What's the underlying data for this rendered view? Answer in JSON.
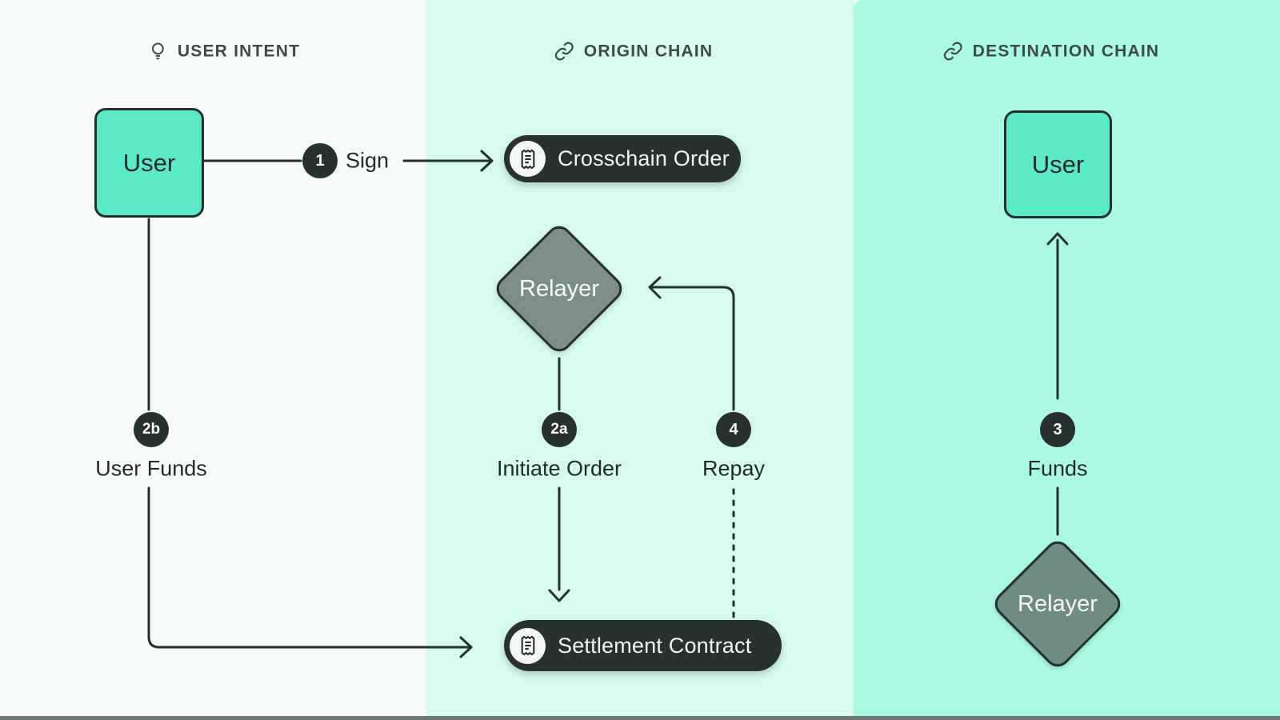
{
  "columns": [
    {
      "label": "USER INTENT",
      "icon": "lightbulb-icon"
    },
    {
      "label": "ORIGIN CHAIN",
      "icon": "chain-link-icon"
    },
    {
      "label": "DESTINATION CHAIN",
      "icon": "chain-link-icon"
    }
  ],
  "nodes": {
    "origin_user": "User",
    "crosschain_order": "Crosschain Order",
    "origin_relayer": "Relayer",
    "settlement_contract": "Settlement Contract",
    "destination_user": "User",
    "destination_relayer": "Relayer"
  },
  "steps": {
    "sign": {
      "badge": "1",
      "label": "Sign"
    },
    "user_funds": {
      "badge": "2b",
      "label": "User Funds"
    },
    "initiate_order": {
      "badge": "2a",
      "label": "Initiate Order"
    },
    "repay": {
      "badge": "4",
      "label": "Repay"
    },
    "funds": {
      "badge": "3",
      "label": "Funds"
    }
  },
  "colors": {
    "panel1": "#F7FBFA",
    "panel2": "#D6FAEE",
    "panel3": "#ACF9E3",
    "ink": "#24302E",
    "teal": "#5BE9C7",
    "diamond": "#7C8E89",
    "diamond2": "#6E8C81",
    "pill": "#27312F",
    "pill_text": "#F2F6F4",
    "header_text": "#3E4B48",
    "label_text": "#1F2B29",
    "bar": "#6E7977",
    "circle": "#F2F6F4"
  }
}
